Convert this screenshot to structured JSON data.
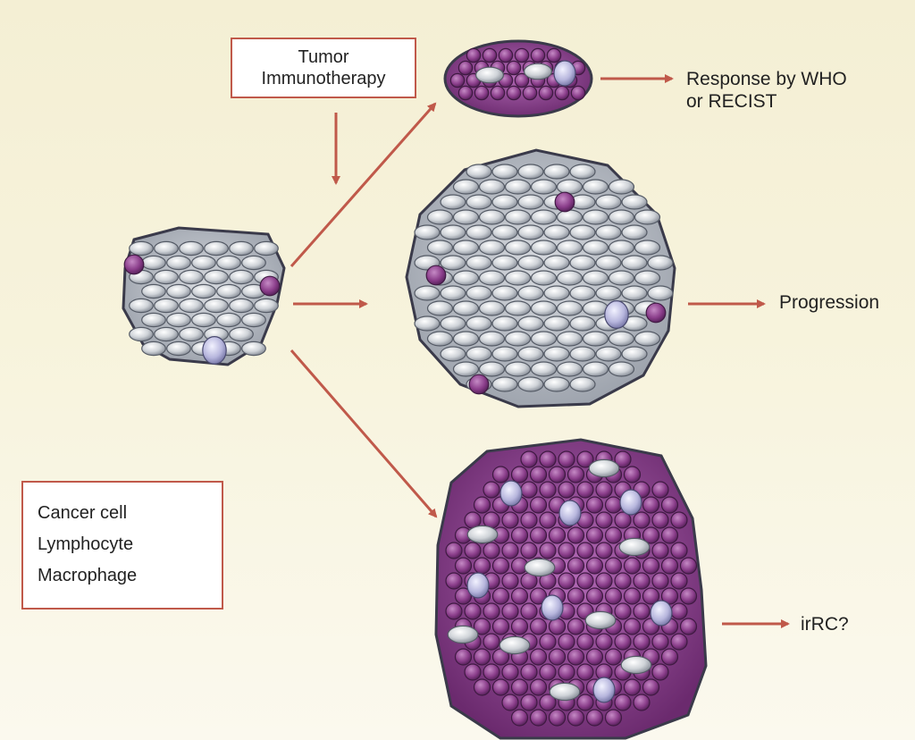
{
  "labels": {
    "therapy_line1": "Tumor",
    "therapy_line2": "Immunotherapy",
    "response_line1": "Response by WHO",
    "response_line2": "or RECIST",
    "progression": "Progression",
    "irrc": "irRC?"
  },
  "legend": {
    "cancer_cell": "Cancer cell",
    "lymphocyte": "Lymphocyte",
    "macrophage": "Macrophage"
  },
  "colors": {
    "arrow": "#c0594a",
    "cancer_cell": "#c9cdd3",
    "lymphocyte": "#8a3d8a",
    "macrophage": "#b7b6dd",
    "outline": "#3a3a4a"
  }
}
